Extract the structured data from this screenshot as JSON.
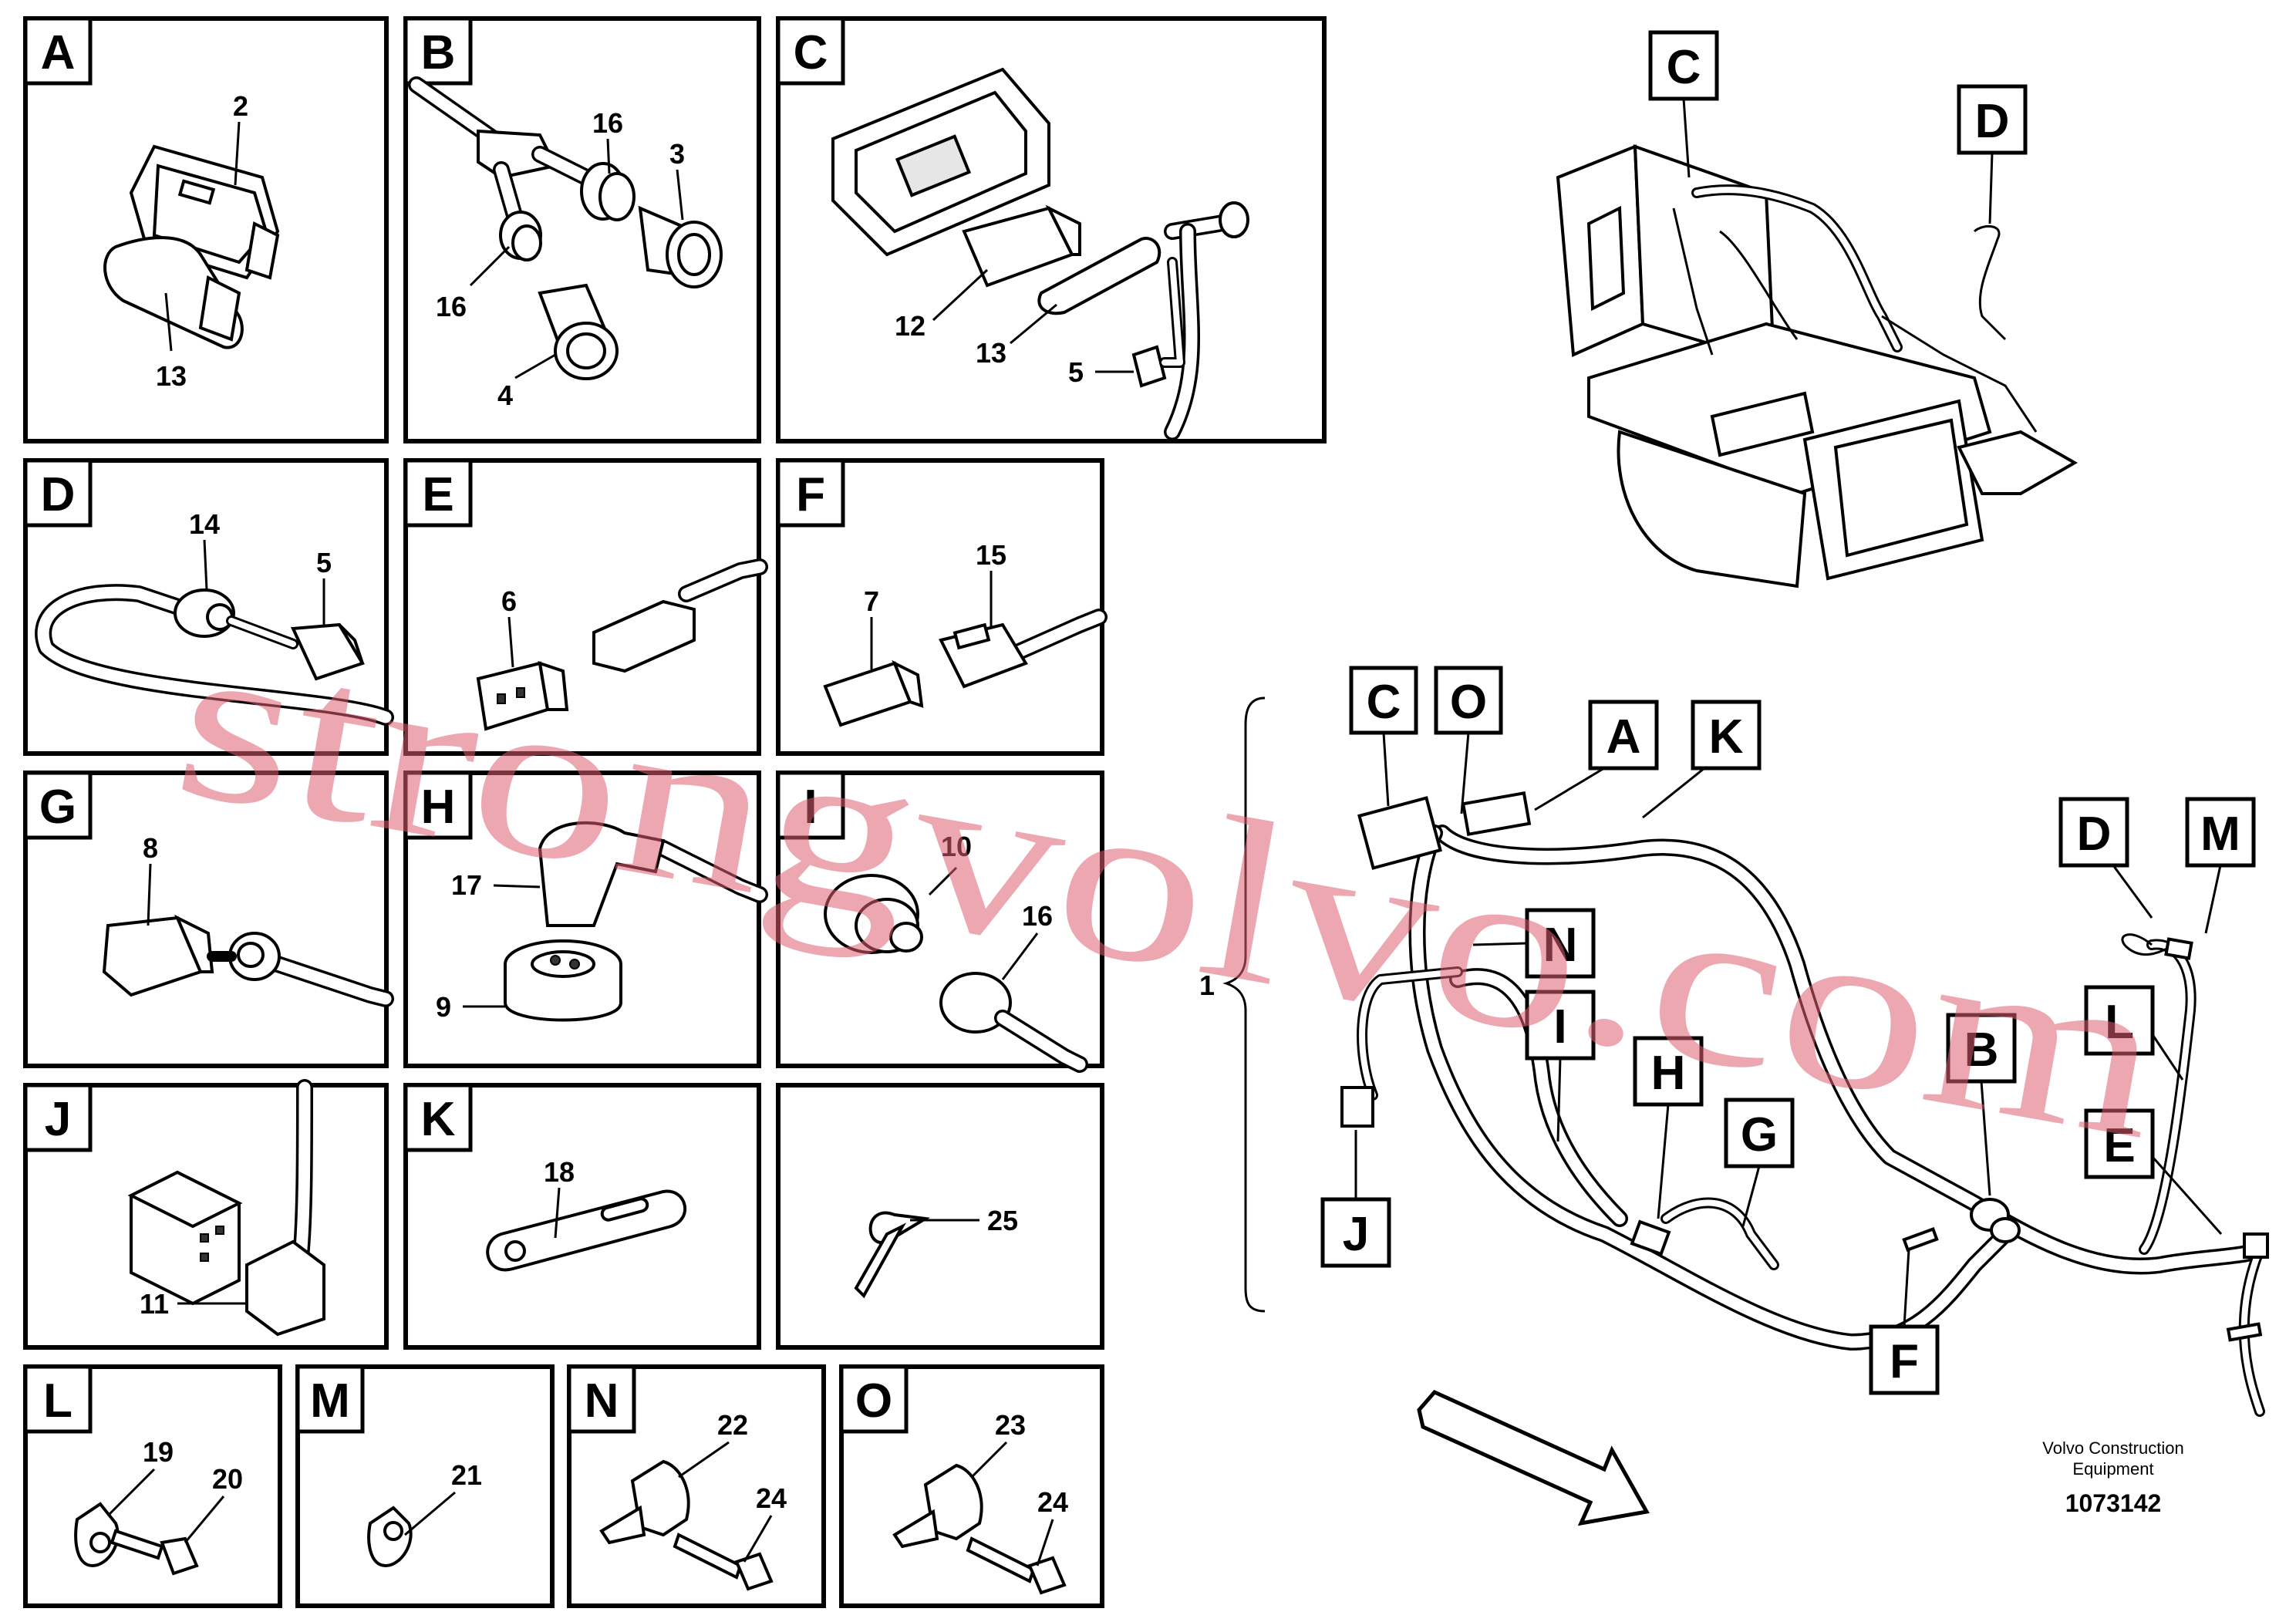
{
  "panels": {
    "A": {
      "letter": "A",
      "callouts": [
        "2",
        "13"
      ]
    },
    "B": {
      "letter": "B",
      "callouts": [
        "16",
        "3",
        "16",
        "4"
      ]
    },
    "C": {
      "letter": "C",
      "callouts": [
        "12",
        "13",
        "5"
      ]
    },
    "D": {
      "letter": "D",
      "callouts": [
        "14",
        "5"
      ]
    },
    "E": {
      "letter": "E",
      "callouts": [
        "6"
      ]
    },
    "F": {
      "letter": "F",
      "callouts": [
        "7",
        "15"
      ]
    },
    "G": {
      "letter": "G",
      "callouts": [
        "8"
      ]
    },
    "H": {
      "letter": "H",
      "callouts": [
        "17",
        "9"
      ]
    },
    "I": {
      "letter": "I",
      "callouts": [
        "10",
        "16"
      ]
    },
    "J": {
      "letter": "J",
      "callouts": [
        "11"
      ]
    },
    "K": {
      "letter": "K",
      "callouts": [
        "18"
      ]
    },
    "P": {
      "letter": "",
      "callouts": [
        "25"
      ]
    },
    "L": {
      "letter": "L",
      "callouts": [
        "19",
        "20"
      ]
    },
    "M": {
      "letter": "M",
      "callouts": [
        "21"
      ]
    },
    "N": {
      "letter": "N",
      "callouts": [
        "22",
        "24"
      ]
    },
    "O": {
      "letter": "O",
      "callouts": [
        "23",
        "24"
      ]
    }
  },
  "machine_view": {
    "tags": [
      "C",
      "D"
    ]
  },
  "harness_view": {
    "callout": "1",
    "tags": [
      "C",
      "O",
      "A",
      "K",
      "N",
      "D",
      "M",
      "J",
      "I",
      "H",
      "G",
      "B",
      "L",
      "E",
      "F"
    ]
  },
  "footer": {
    "company_line1": "Volvo Construction",
    "company_line2": "Equipment",
    "doc_number": "1073142"
  },
  "watermark": "strongvolvo.com",
  "colors": {
    "watermark": "#e06070",
    "ink": "#000000"
  }
}
